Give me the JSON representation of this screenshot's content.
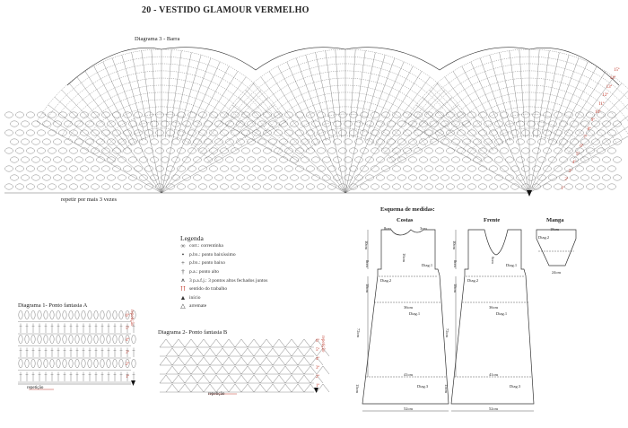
{
  "title": "20 - VESTIDO GLAMOUR VERMELHO",
  "diagram3": {
    "label": "Diagrama 3 - Barra",
    "repeat_note": "repetir por mais 3 vezes",
    "row_numbers": [
      "15ª",
      "14ª",
      "13ª",
      "12ª",
      "11ª",
      "10ª",
      "9ª",
      "8ª",
      "7ª",
      "6ª",
      "5ª",
      "4ª",
      "3ª",
      "2ª",
      "1ª"
    ]
  },
  "legend": {
    "title": "Legenda",
    "items": [
      {
        "symbol": "∞",
        "text": "corr.: correntinha"
      },
      {
        "symbol": "•",
        "text": "p.bx.: ponto baixíssimo"
      },
      {
        "symbol": "+",
        "text": "p.bx.: ponto baixo"
      },
      {
        "symbol": "†",
        "text": "p.a.: ponto alto"
      },
      {
        "symbol": "⩚",
        "text": "3 p.a.f.j.: 3 pontos altos fechados juntos"
      },
      {
        "symbol": "⇈",
        "text": "sentido do trabalho"
      },
      {
        "symbol": "▲",
        "text": "início"
      },
      {
        "symbol": "△",
        "text": "arremate"
      }
    ]
  },
  "diagram1": {
    "label": "Diagrama 1- Ponto fantasia A",
    "side_note": "repetição",
    "bottom_note": "repetição",
    "row_numbers": [
      "6ª",
      "5ª",
      "4ª",
      "3ª",
      "2ª",
      "1ª"
    ]
  },
  "diagram2": {
    "label": "Diagrama 2- Ponto fantasia B",
    "side_note": "repetição",
    "bottom_note": "repetição",
    "row_numbers": [
      "6ª",
      "5ª",
      "4ª",
      "3ª",
      "2ª",
      "1ª"
    ]
  },
  "schema": {
    "title": "Esquema de medidas:",
    "costas": {
      "title": "Costas",
      "top_left": "8cm",
      "top_right": "3cm",
      "side_top": "10cm",
      "side_mid": "8cm",
      "depth": "16cm",
      "upper_side": "18cm",
      "lower_side": "72cm",
      "hem_side": "15cm",
      "diag1": "Diag.1",
      "diag2": "Diag.2",
      "diag1b": "Diag.1",
      "diag3": "Diag.3",
      "w36": "36cm",
      "w41": "41cm",
      "w52": "52cm"
    },
    "frente": {
      "title": "Frente",
      "side_top": "10cm",
      "side_mid": "8cm",
      "depth": "6cm",
      "upper_side": "18cm",
      "lower_side": "72cm",
      "hem_side": "15cm",
      "diag1": "Diag.1",
      "diag2": "Diag.2",
      "diag1b": "Diag.1",
      "diag3": "Diag.3",
      "w36": "36cm",
      "w41": "41cm",
      "w52": "52cm"
    },
    "manga": {
      "title": "Manga",
      "top": "18cm",
      "diag": "Diag.2",
      "bottom": "24cm"
    }
  }
}
